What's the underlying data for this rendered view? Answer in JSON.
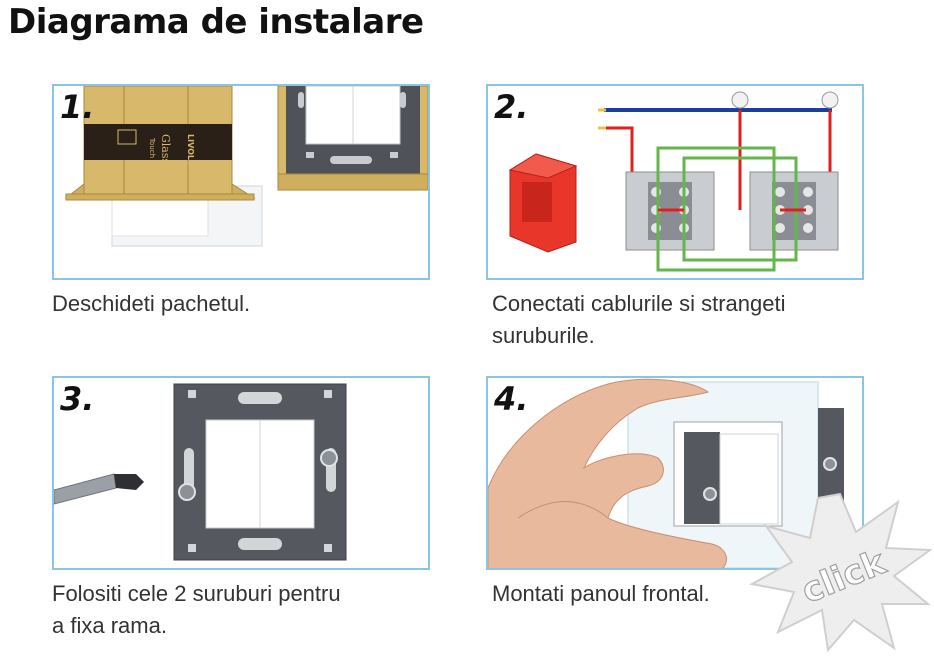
{
  "title": "Diagrama de instalare",
  "steps": [
    {
      "number": "1.",
      "caption_lines": [
        "Deschideti pachetul."
      ],
      "box_text": [
        "Touch switch",
        "Glass",
        "LIVOLO"
      ]
    },
    {
      "number": "2.",
      "caption_lines": [
        "Conectati cablurile si strangeti",
        "suruburile."
      ]
    },
    {
      "number": "3.",
      "caption_lines": [
        "Folositi cele 2 suruburi pentru",
        "a fixa rama."
      ]
    },
    {
      "number": "4.",
      "caption_lines": [
        "Montati panoul frontal."
      ]
    }
  ],
  "badge": {
    "text": "click"
  },
  "colors": {
    "frame_border": "#8cc4e4",
    "wire_red": "#e0201b",
    "wire_blue": "#1a3fa0",
    "wire_green": "#63b64a",
    "junction_box": "#e8362a",
    "package": "#d8b86a"
  }
}
